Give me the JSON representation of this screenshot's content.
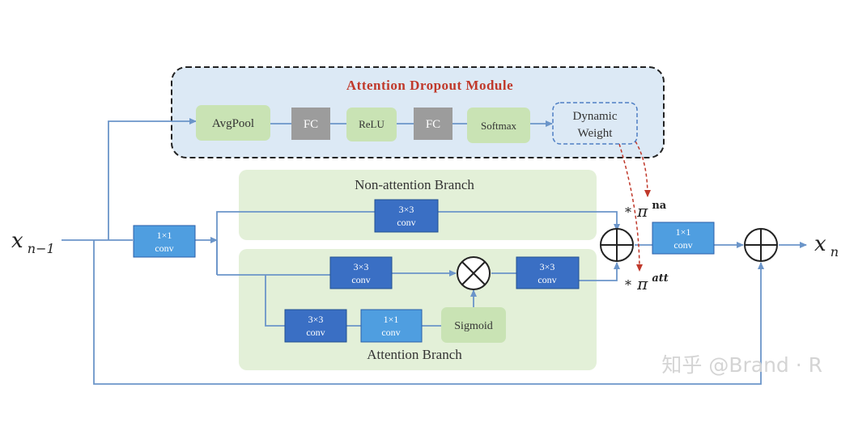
{
  "module": {
    "title": "Attention Dropout Module",
    "blocks": [
      "AvgPool",
      "FC",
      "ReLU",
      "FC",
      "Softmax"
    ],
    "dynamic_weight": [
      "Dynamic",
      "Weight"
    ]
  },
  "branches": {
    "non_attention": "Non-attention Branch",
    "attention": "Attention Branch"
  },
  "convs": {
    "in_1x1": [
      "1×1",
      "conv"
    ],
    "na_3x3": [
      "3×3",
      "conv"
    ],
    "att_top_3x3": [
      "3×3",
      "conv"
    ],
    "att_out_3x3": [
      "3×3",
      "conv"
    ],
    "att_low_3x3": [
      "3×3",
      "conv"
    ],
    "att_low_1x1": [
      "1×1",
      "conv"
    ],
    "out_1x1": [
      "1×1",
      "conv"
    ]
  },
  "sigmoid": "Sigmoid",
  "io": {
    "input": {
      "base": "x",
      "sub": "n−1"
    },
    "output": {
      "base": "x",
      "sub": "n"
    }
  },
  "weights": {
    "na": {
      "prefix": "*",
      "symbol": "π",
      "sup": "na"
    },
    "att": {
      "prefix": "*",
      "symbol": "π",
      "sup": "att"
    }
  },
  "watermark": "知乎 @Brand · R",
  "colors": {
    "module_bg": "#dce9f5",
    "branch_bg": "#e3f0d8",
    "green_block": "#c9e3b4",
    "gray_block": "#9c9c9c",
    "conv_dark": "#3a6fc4",
    "conv_light": "#4f9ee0",
    "line": "#6b95c9",
    "title": "#c0392b",
    "dashed_arrow": "#c0392b"
  }
}
